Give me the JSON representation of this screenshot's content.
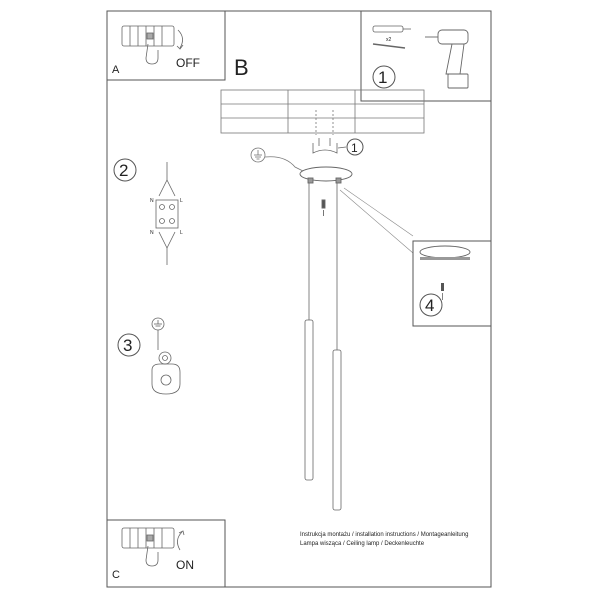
{
  "panel_a": {
    "letter": "A",
    "state": "OFF"
  },
  "panel_b": {
    "letter": "B"
  },
  "panel_c": {
    "letter": "C",
    "state": "ON"
  },
  "steps": [
    "1",
    "2",
    "3",
    "4"
  ],
  "step1_callout": "1",
  "anchor_count": "x2",
  "wire_labels": {
    "neutral": "N",
    "live": "L"
  },
  "caption": {
    "line1": "Instrukcja montażu / installation instructions / Montageanleitung",
    "line2": "Lampa wisząca / Ceiling lamp / Deckenleuchte"
  }
}
